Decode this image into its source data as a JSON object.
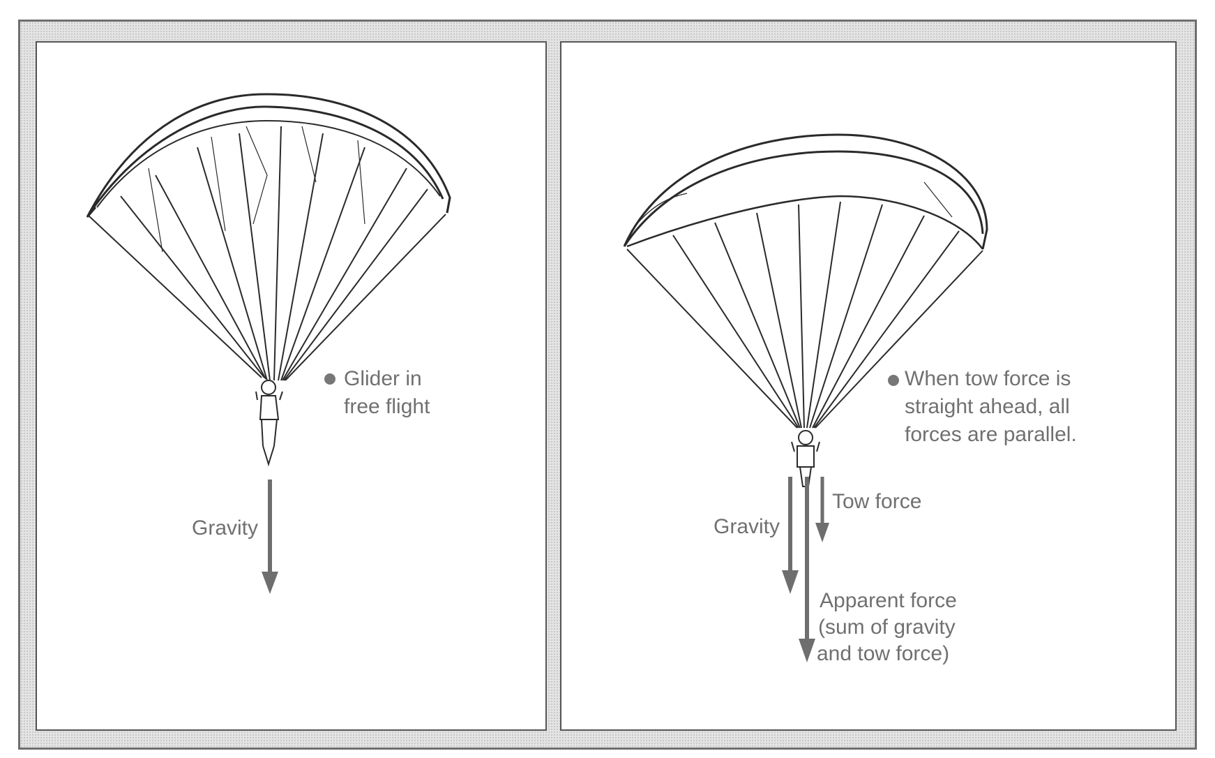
{
  "left_panel": {
    "caption_lines": [
      "Glider in",
      "free flight"
    ],
    "gravity_label": "Gravity"
  },
  "right_panel": {
    "caption_lines": [
      "When tow force is",
      "straight ahead, all",
      "forces are parallel."
    ],
    "gravity_label": "Gravity",
    "tow_force_label": "Tow force",
    "apparent_force_lines": [
      "Apparent force",
      "(sum of gravity",
      "and tow force)"
    ]
  },
  "colors": {
    "arrow": "#6e6e6e",
    "text": "#707070",
    "bullet": "#777777",
    "line_art": "#2a2a2a",
    "frame_pattern": "#e4e4e4"
  }
}
